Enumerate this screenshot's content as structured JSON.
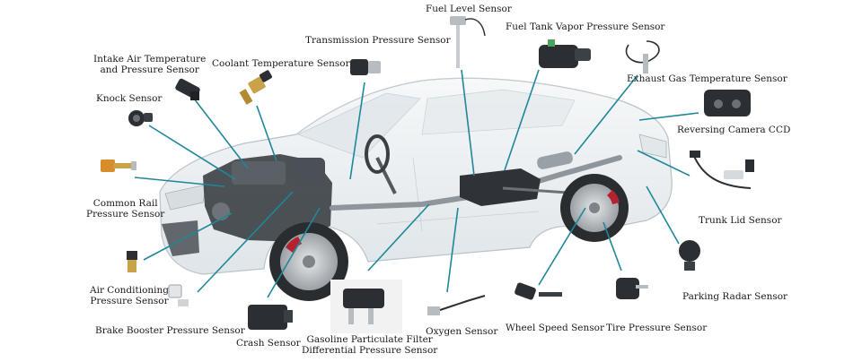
{
  "colors": {
    "leader": "#1f8799",
    "body_shell": "#e9eef1",
    "body_edge": "#b9c3c9",
    "engine": "#3a3f44",
    "tire": "#2a2d30",
    "rim": "#c4c9cd",
    "brake": "#b5222e",
    "sensor_dark": "#2b2f33",
    "sensor_metal": "#b7bcc0",
    "sensor_brass": "#c9a24a",
    "sensor_orange": "#d98c2b"
  },
  "labels": {
    "fuel_level": "Fuel Level Sensor",
    "fuel_tank_vapor": "Fuel Tank Vapor Pressure Sensor",
    "transmission_pressure": "Transmission Pressure Sensor",
    "intake_air_line1": "Intake Air Temperature",
    "intake_air_line2": "and Pressure Sensor",
    "coolant_temperature": "Coolant Temperature Sensor",
    "knock": "Knock Sensor",
    "exhaust_gas_temperature": "Exhaust Gas Temperature Sensor",
    "reversing_camera": "Reversing Camera CCD",
    "common_rail_line1": "Common Rail",
    "common_rail_line2": "Pressure Sensor",
    "trunk_lid": "Trunk Lid Sensor",
    "air_conditioning_line1": "Air Conditioning",
    "air_conditioning_line2": "Pressure Sensor",
    "parking_radar": "Parking Radar Sensor",
    "brake_booster": "Brake Booster Pressure Sensor",
    "crash": "Crash Sensor",
    "gpf_line1": "Gasoline Particulate Filter",
    "gpf_line2": "Differential Pressure Sensor",
    "oxygen": "Oxygen Sensor",
    "wheel_speed": "Wheel Speed Sensor",
    "tire_pressure": "Tire Pressure Sensor"
  }
}
